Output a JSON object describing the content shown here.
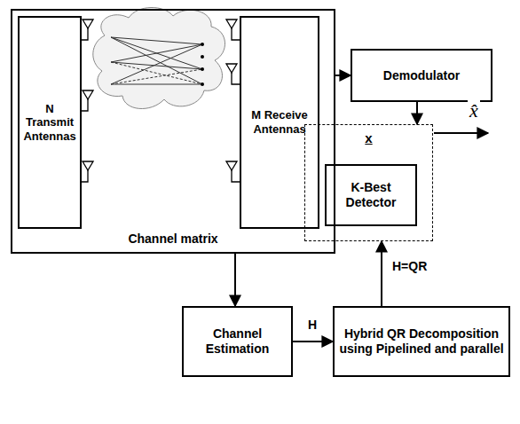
{
  "diagram": {
    "nodes": [
      {
        "text": [
          "Channel matrix"
        ]
      },
      {
        "text": [
          "N Transmit Antennas"
        ],
        "in": 0
      },
      {
        "text": [
          "M Receive Antennas"
        ],
        "in": 0
      },
      {
        "text": [
          "Demodulator"
        ]
      },
      {
        "text": [
          "x"
        ]
      },
      {
        "text": [
          "K-Best Detector"
        ],
        "in": 4
      },
      {
        "text": [
          "Channel Estimation"
        ]
      },
      {
        "text": [
          "Hybrid QR Decomposition using Pipelined and parallel"
        ]
      }
    ],
    "edges": [
      {
        "from": 0,
        "to": 3,
        "arrow": "to"
      },
      {
        "from": 3,
        "to": 4,
        "arrow": "to"
      },
      {
        "from": 0,
        "to": 6,
        "arrow": "to"
      },
      {
        "from": 6,
        "to": 7,
        "label": "H",
        "arrow": "to"
      },
      {
        "from": 7,
        "to": 4,
        "label": "H=QR",
        "arrow": "to"
      }
    ],
    "labels": [
      "x̂"
    ]
  }
}
